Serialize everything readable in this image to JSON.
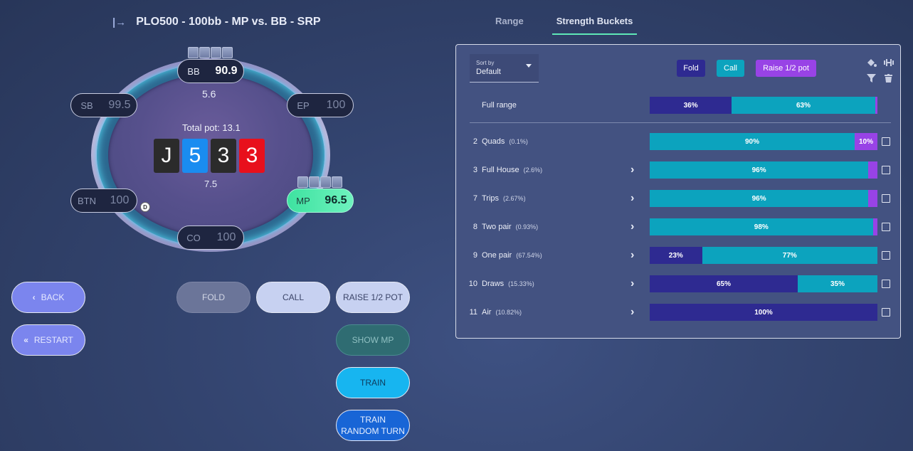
{
  "header": {
    "title": "PLO500 - 100bb - MP vs. BB - SRP"
  },
  "tabs": [
    {
      "label": "Range"
    },
    {
      "label": "Strength Buckets"
    }
  ],
  "table": {
    "seats": {
      "bb": {
        "pos": "BB",
        "stack": "90.9"
      },
      "sb": {
        "pos": "SB",
        "stack": "99.5"
      },
      "ep": {
        "pos": "EP",
        "stack": "100"
      },
      "btn": {
        "pos": "BTN",
        "stack": "100"
      },
      "mp": {
        "pos": "MP",
        "stack": "96.5"
      },
      "co": {
        "pos": "CO",
        "stack": "100"
      }
    },
    "bb_bet": "5.6",
    "mp_bet": "7.5",
    "total_pot": "Total pot: 13.1",
    "dealer": "D",
    "board": [
      {
        "rank": "J",
        "color": "#2b2b2b"
      },
      {
        "rank": "5",
        "color": "#1a8cf0"
      },
      {
        "rank": "3",
        "color": "#2b2b2b"
      },
      {
        "rank": "3",
        "color": "#e8101c"
      }
    ]
  },
  "buttons": {
    "back": "BACK",
    "restart": "RESTART",
    "fold": "FOLD",
    "call": "CALL",
    "raise": "RAISE 1/2 POT",
    "show": "SHOW MP",
    "train": "TRAIN",
    "train_random_1": "TRAIN",
    "train_random_2": "RANDOM TURN"
  },
  "panel": {
    "sort_label": "Sort by",
    "sort_value": "Default",
    "legend": {
      "fold": "Fold",
      "call": "Call",
      "raise": "Raise 1/2 pot"
    },
    "full_range": {
      "label": "Full range",
      "fold": 36,
      "call": 63,
      "raise": 1,
      "fold_text": "36%",
      "call_text": "63%"
    },
    "rows": [
      {
        "num": "2",
        "name": "Quads",
        "pct": "(0.1%)",
        "fold": 0,
        "call": 90,
        "raise": 10,
        "texts": [
          "",
          "90%",
          "10%"
        ],
        "chevron": false
      },
      {
        "num": "3",
        "name": "Full House",
        "pct": "(2.6%)",
        "fold": 0,
        "call": 96,
        "raise": 4,
        "texts": [
          "",
          "96%",
          ""
        ],
        "chevron": true
      },
      {
        "num": "7",
        "name": "Trips",
        "pct": "(2.67%)",
        "fold": 0,
        "call": 96,
        "raise": 4,
        "texts": [
          "",
          "96%",
          ""
        ],
        "chevron": true
      },
      {
        "num": "8",
        "name": "Two pair",
        "pct": "(0.93%)",
        "fold": 0,
        "call": 98,
        "raise": 2,
        "texts": [
          "",
          "98%",
          ""
        ],
        "chevron": true
      },
      {
        "num": "9",
        "name": "One pair",
        "pct": "(67.54%)",
        "fold": 23,
        "call": 77,
        "raise": 0,
        "texts": [
          "23%",
          "77%",
          ""
        ],
        "chevron": true
      },
      {
        "num": "10",
        "name": "Draws",
        "pct": "(15.33%)",
        "fold": 65,
        "call": 35,
        "raise": 0,
        "texts": [
          "65%",
          "35%",
          ""
        ],
        "chevron": true
      },
      {
        "num": "11",
        "name": "Air",
        "pct": "(10.82%)",
        "fold": 100,
        "call": 0,
        "raise": 0,
        "texts": [
          "100%",
          "",
          ""
        ],
        "chevron": true
      }
    ]
  },
  "colors": {
    "fold": "#2e2a91",
    "call": "#0ca3be",
    "raise": "#9843e6",
    "accent": "#5fe8b7"
  }
}
